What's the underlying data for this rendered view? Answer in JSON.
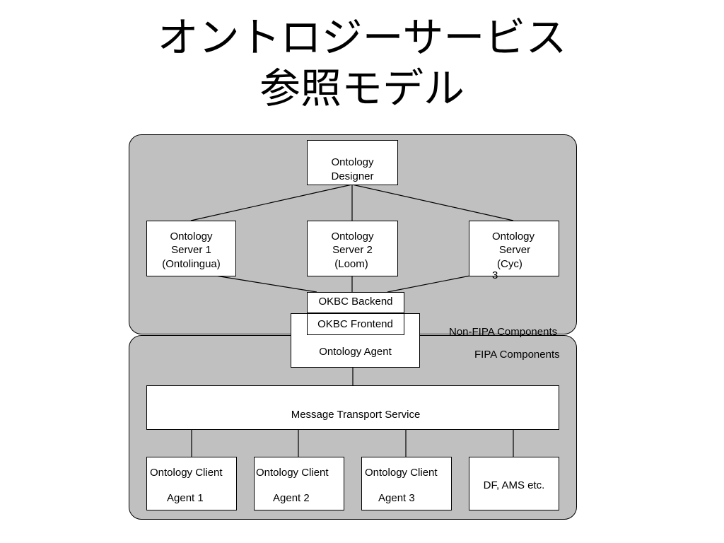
{
  "title": {
    "line1": "オントロジーサービス",
    "line2": "参照モデル"
  },
  "regions": {
    "non_fipa_label": "Non-FIPA Components",
    "fipa_label": "FIPA Components"
  },
  "nodes": {
    "designer": [
      "Ontology",
      "Designer"
    ],
    "server1": [
      "Ontology",
      "Server 1",
      "(Ontolingua)"
    ],
    "server2": [
      "Ontology",
      "Server 2",
      "(Loom)"
    ],
    "server3": [
      "Ontology",
      "Server",
      "(Cyc)",
      "3"
    ],
    "okbc_backend": "OKBC Backend",
    "okbc_frontend": "OKBC Frontend",
    "ontology_agent": "Ontology Agent",
    "mts": "Message Transport Service",
    "client1": [
      "Ontology Client",
      "Agent 1"
    ],
    "client2": [
      "Ontology Client",
      "Agent 2"
    ],
    "client3": [
      "Ontology Client",
      "Agent 3"
    ],
    "df_ams": "DF, AMS etc."
  },
  "colors": {
    "region_fill": "#c0c0c0",
    "box_fill": "#ffffff",
    "line": "#000000"
  }
}
